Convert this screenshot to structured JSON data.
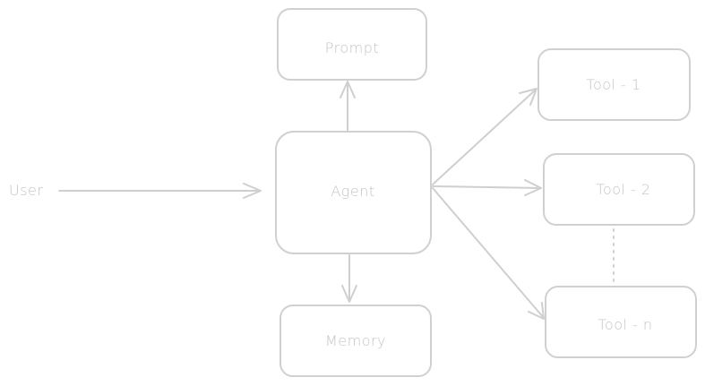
{
  "diagram": {
    "nodes": {
      "user": "User",
      "prompt": "Prompt",
      "agent": "Agent",
      "memory": "Memory",
      "tool1": "Tool - 1",
      "tool2": "Tool - 2",
      "tooln": "Tool - n"
    },
    "edges": [
      {
        "from": "user",
        "to": "agent"
      },
      {
        "from": "agent",
        "to": "prompt"
      },
      {
        "from": "agent",
        "to": "memory"
      },
      {
        "from": "agent",
        "to": "tool1"
      },
      {
        "from": "agent",
        "to": "tool2"
      },
      {
        "from": "agent",
        "to": "tooln"
      },
      {
        "from": "tool2",
        "to": "tooln",
        "style": "dotted"
      }
    ],
    "colors": {
      "stroke": "#d0d0d0",
      "text": "#c4c4c4",
      "background": "#ffffff"
    }
  }
}
